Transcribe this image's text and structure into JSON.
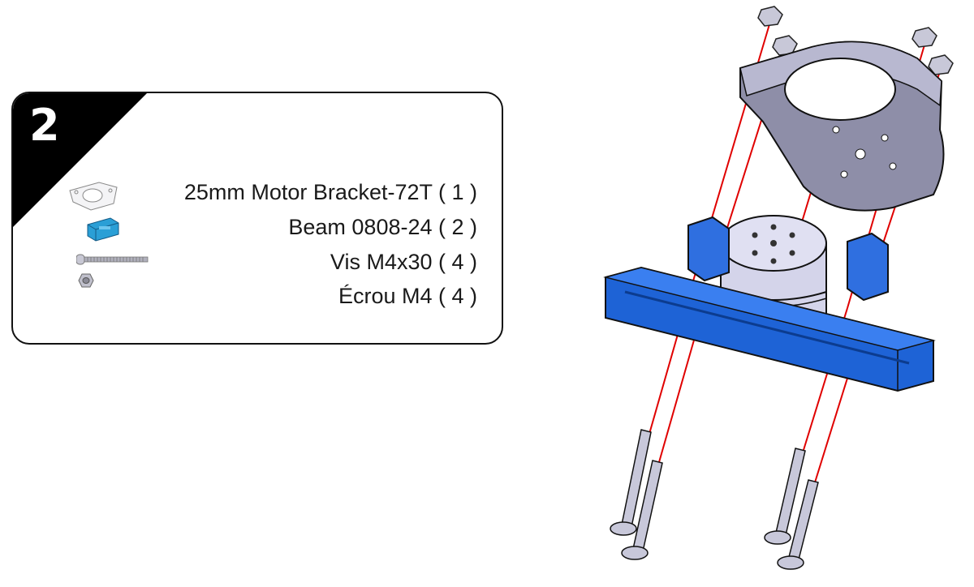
{
  "step": {
    "number": "2"
  },
  "parts": [
    {
      "name": "25mm Motor Bracket-72T",
      "qty": "( 1 )",
      "label": "25mm Motor Bracket-72T ( 1 )",
      "icon": "motor-bracket-icon"
    },
    {
      "name": "Beam 0808-24",
      "qty": "( 2 )",
      "label": "Beam 0808-24 ( 2 )",
      "icon": "beam-icon"
    },
    {
      "name": "Vis M4x30",
      "qty": "( 4 )",
      "label": "Vis M4x30 ( 4 )",
      "icon": "screw-icon"
    },
    {
      "name": "Écrou M4",
      "qty": "( 4 )",
      "label": "Écrou M4 ( 4 )",
      "icon": "nut-icon"
    }
  ],
  "colors": {
    "bracket": "#9a9ab8",
    "beam": "#1e63d6",
    "hardware": "#b8b8cc",
    "guide_line": "#e00000",
    "outline": "#111111"
  }
}
